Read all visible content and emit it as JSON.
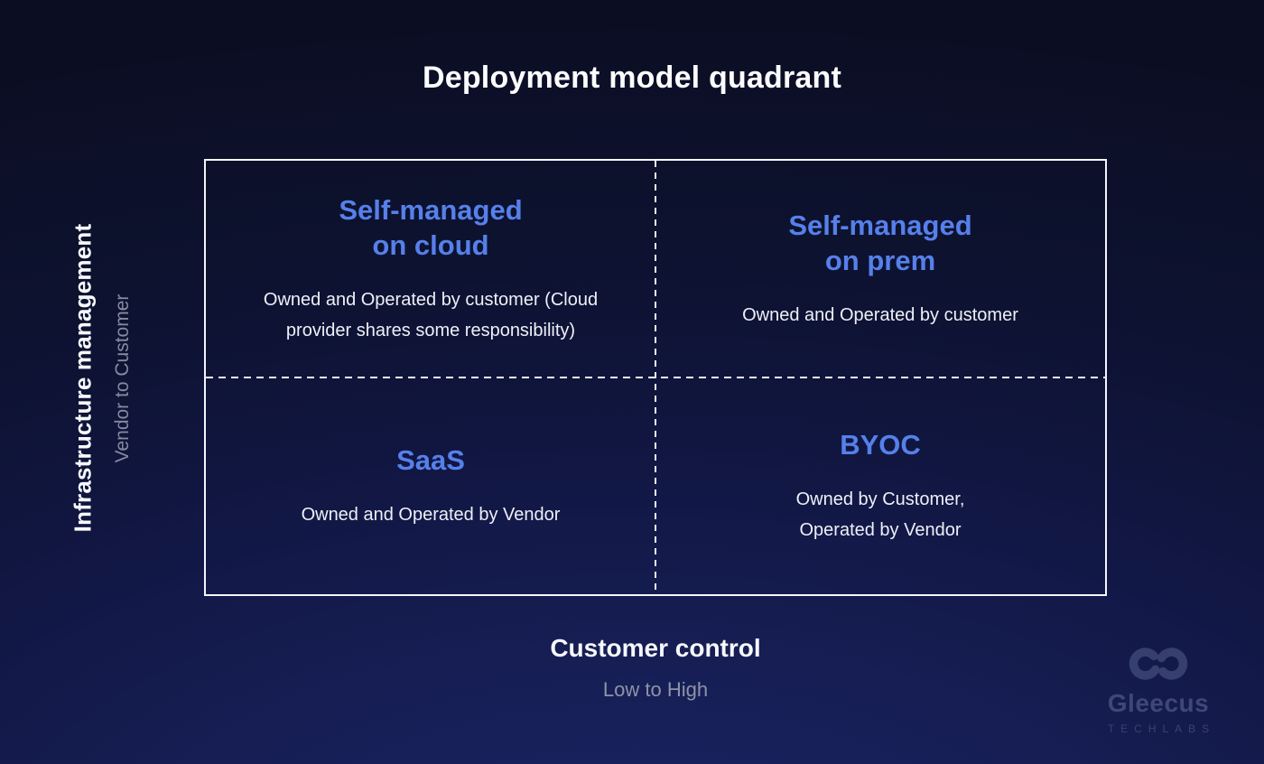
{
  "title": "Deployment model quadrant",
  "quadrants": [
    {
      "name": "self-managed-on-cloud",
      "title": "Self-managed\non cloud",
      "description": "Owned and Operated by customer (Cloud\nprovider shares some responsibility)"
    },
    {
      "name": "self-managed-on-prem",
      "title": "Self-managed\non prem",
      "description": "Owned and Operated by customer"
    },
    {
      "name": "saas",
      "title": "SaaS",
      "description": "Owned and Operated by Vendor"
    },
    {
      "name": "byoc",
      "title": "BYOC",
      "description": "Owned by Customer,\nOperated by Vendor"
    }
  ],
  "y_axis": {
    "label": "Infrastructure management",
    "range_label": "Vendor to Customer"
  },
  "x_axis": {
    "label": "Customer control",
    "range_label": "Low to High"
  },
  "logo": {
    "brand": "Gleecus",
    "suffix": "TECHLABS",
    "mark_icon": "infinity-loops-icon"
  },
  "colors": {
    "background_top": "#0b0e23",
    "background_bottom": "#1b2566",
    "accent_blue": "#5680ea",
    "text_white": "#f4f6fb",
    "muted_gray": "#868ba0",
    "border_white": "#f4f6fb",
    "logo_gray_blue": "#414b7c"
  }
}
